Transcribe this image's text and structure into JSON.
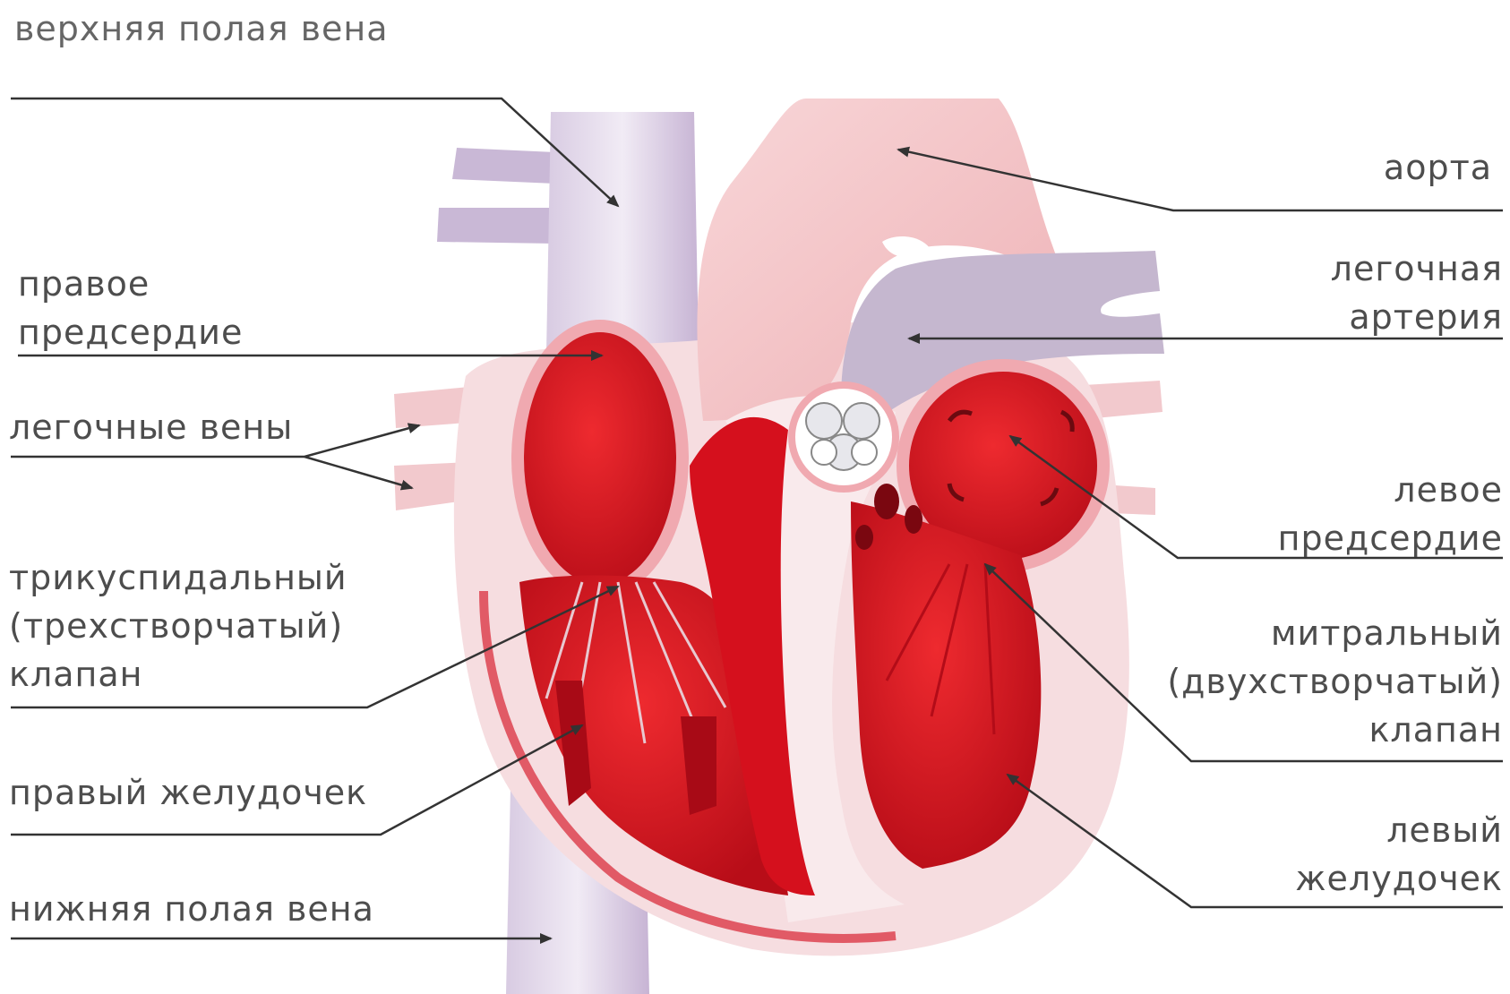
{
  "labels": {
    "superior_vena_cava": "верхняя полая вена",
    "aorta": "аорта",
    "pulmonary_artery": [
      "легочная",
      "артерия"
    ],
    "right_atrium": [
      "правое",
      "предсердие"
    ],
    "pulmonary_veins": "легочные вены",
    "left_atrium": [
      "левое",
      "предсердие"
    ],
    "tricuspid_valve": [
      "трикуспидальный",
      "(трехстворчатый)",
      "клапан"
    ],
    "mitral_valve": [
      "митральный",
      "(двухстворчатый)",
      "клапан"
    ],
    "right_ventricle": "правый желудочек",
    "left_ventricle": [
      "левый",
      "желудочек"
    ],
    "inferior_vena_cava": "нижняя полая вена"
  },
  "colors": {
    "chamber_red": "#d9121f",
    "vein_lilac": "#c8b6d6",
    "aorta_pink": "#f3c2c4",
    "wall_pink": "#f7d9dc",
    "line": "#333333"
  }
}
